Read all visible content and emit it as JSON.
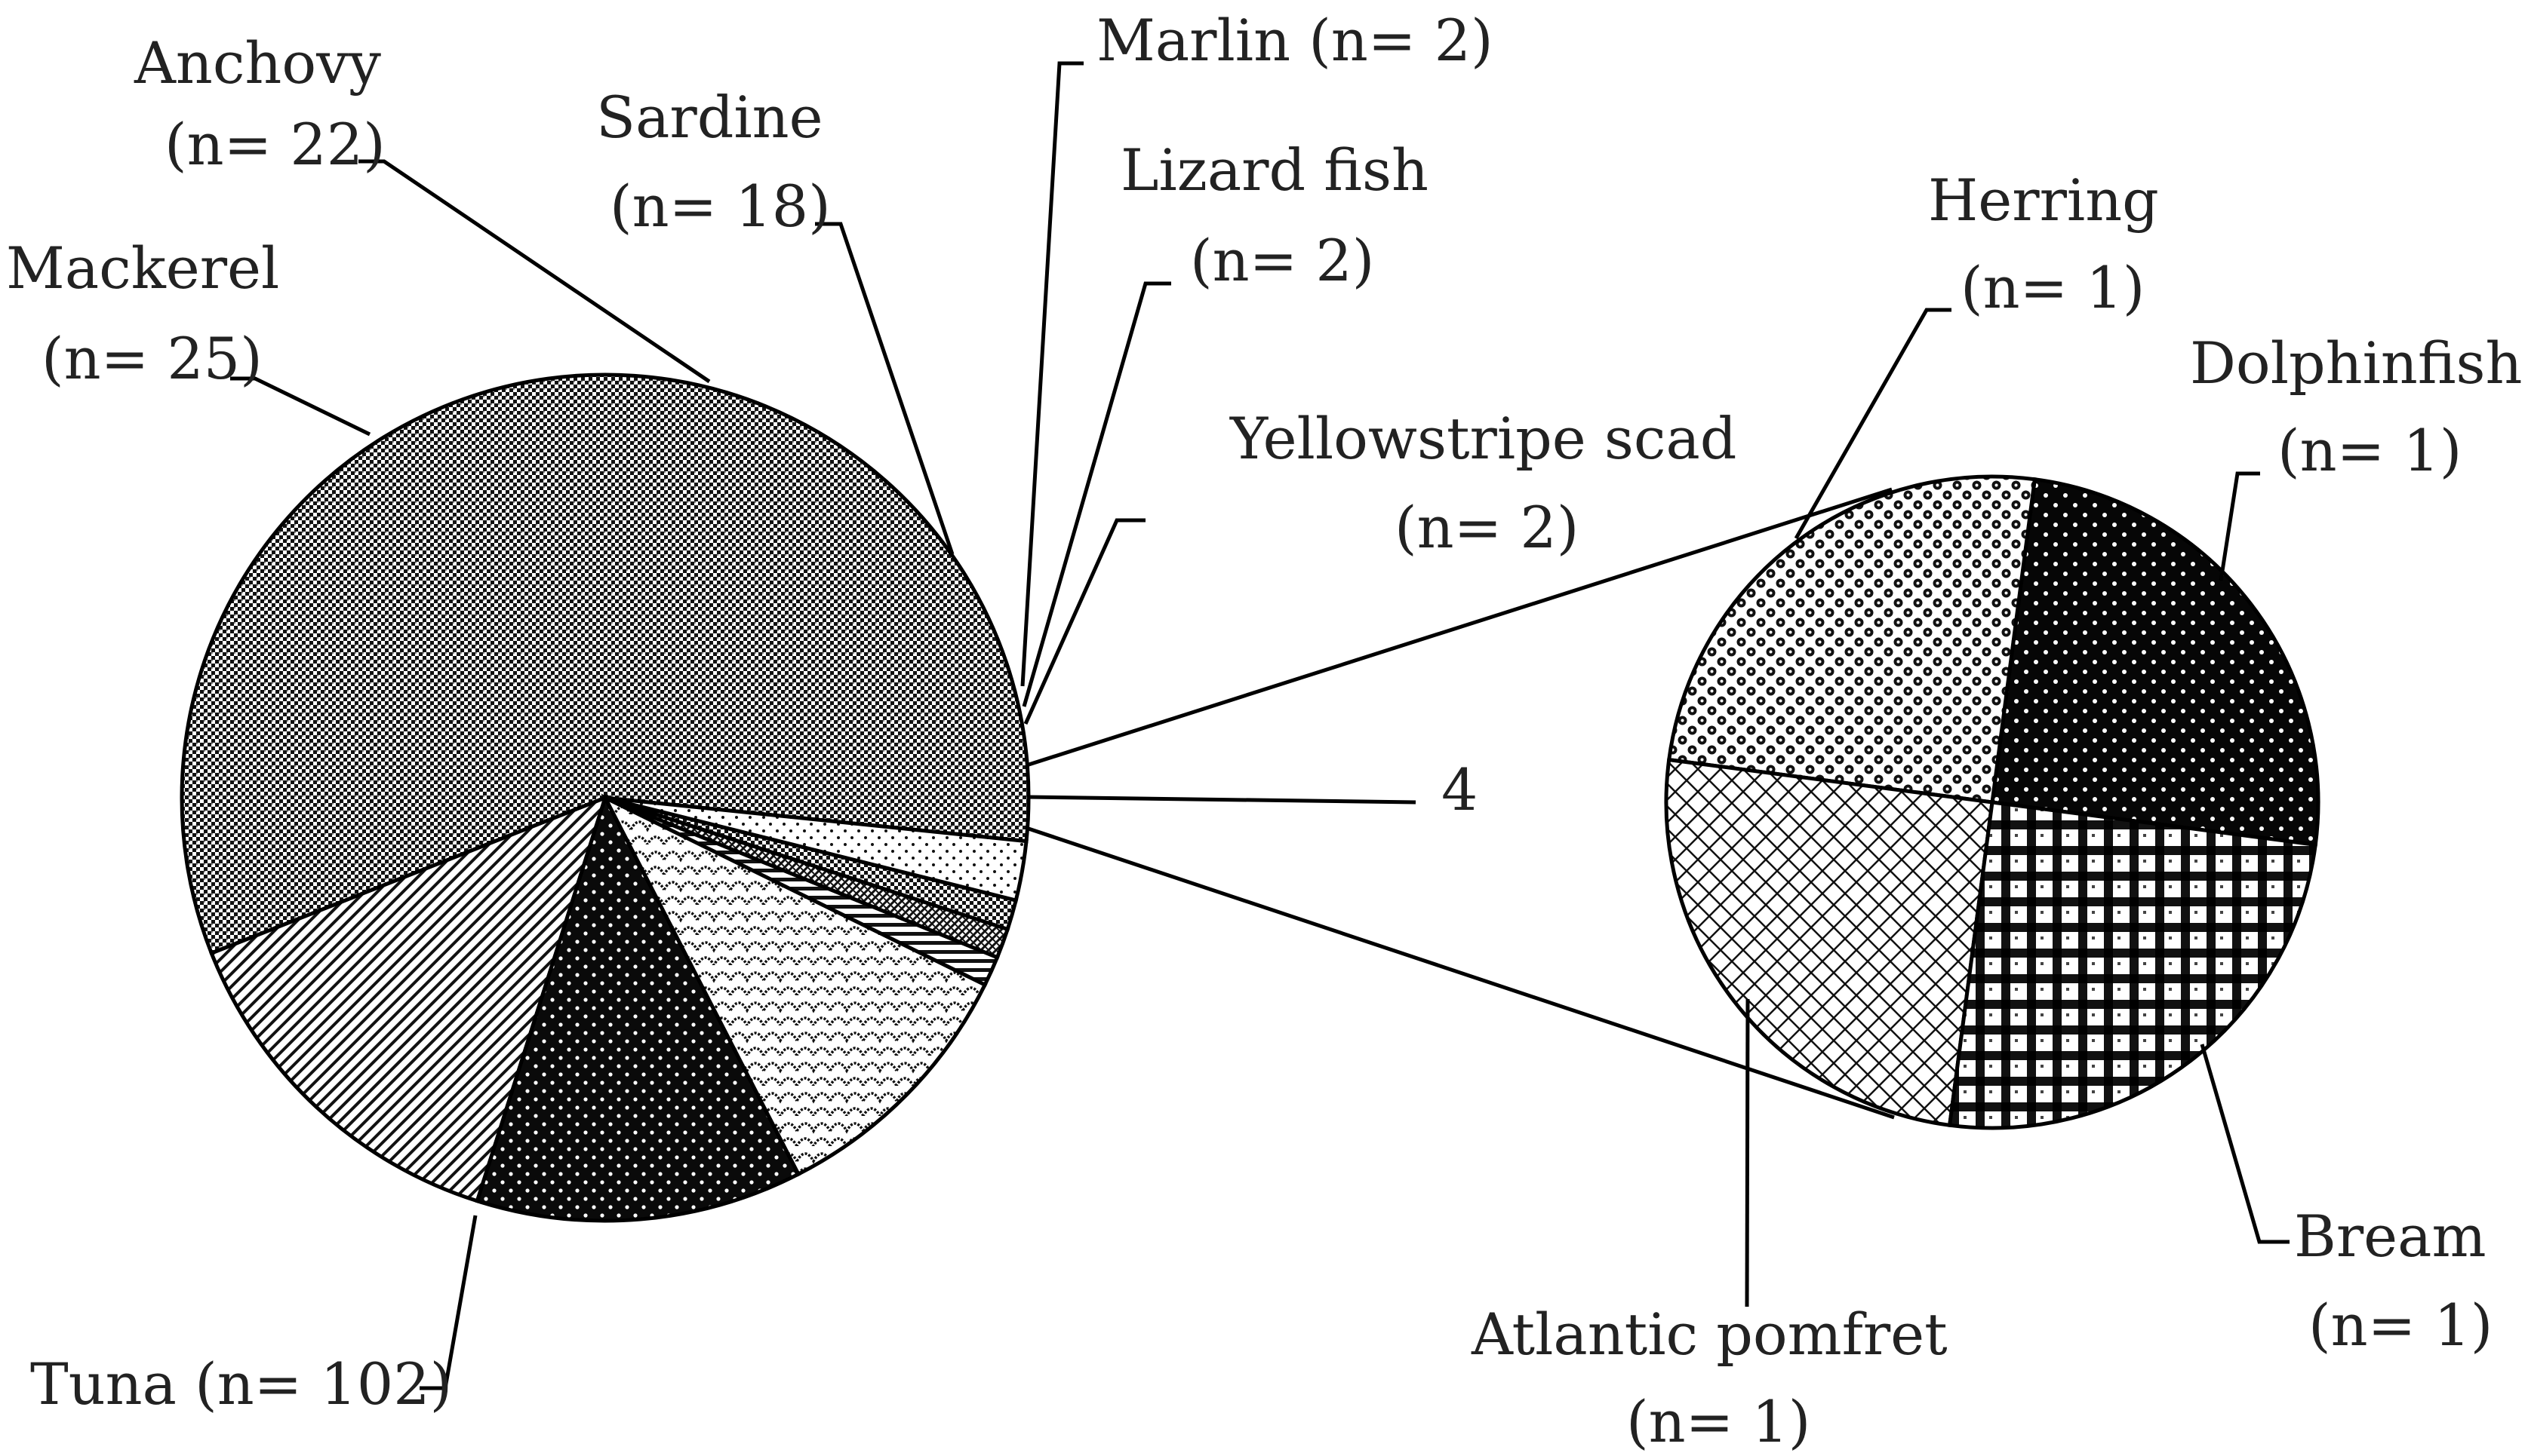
{
  "chart_data": [
    {
      "type": "pie",
      "title": "",
      "slices": [
        {
          "label": "Tuna",
          "count_label": "(n= 102)",
          "value": 102,
          "pattern": "tuna"
        },
        {
          "label": "Mackerel",
          "count_label": "(n= 25)",
          "value": 25,
          "pattern": "mackerel"
        },
        {
          "label": "Anchovy",
          "count_label": "(n= 22)",
          "value": 22,
          "pattern": "anchovy"
        },
        {
          "label": "Sardine",
          "count_label": "(n= 18)",
          "value": 18,
          "pattern": "sardine"
        },
        {
          "label": "Marlin",
          "count_label": "(n= 2)",
          "value": 2,
          "pattern": "marlin"
        },
        {
          "label": "Lizard fish",
          "count_label": "(n= 2)",
          "value": 2,
          "pattern": "lizard"
        },
        {
          "label": "Yellowstripe scad",
          "count_label": "(n= 2)",
          "value": 2,
          "pattern": "scad"
        },
        {
          "label": "",
          "count_label": "4",
          "value": 4,
          "pattern": "other"
        }
      ]
    },
    {
      "type": "pie",
      "title": "",
      "slices": [
        {
          "label": "Herring",
          "count_label": "(n= 1)",
          "value": 1,
          "pattern": "herring"
        },
        {
          "label": "Dolphinfish",
          "count_label": "(n= 1)",
          "value": 1,
          "pattern": "dolphin"
        },
        {
          "label": "Bream",
          "count_label": "(n= 1)",
          "value": 1,
          "pattern": "bream"
        },
        {
          "label": "Atlantic pomfret",
          "count_label": "(n= 1)",
          "value": 1,
          "pattern": "pomfret"
        }
      ]
    }
  ]
}
